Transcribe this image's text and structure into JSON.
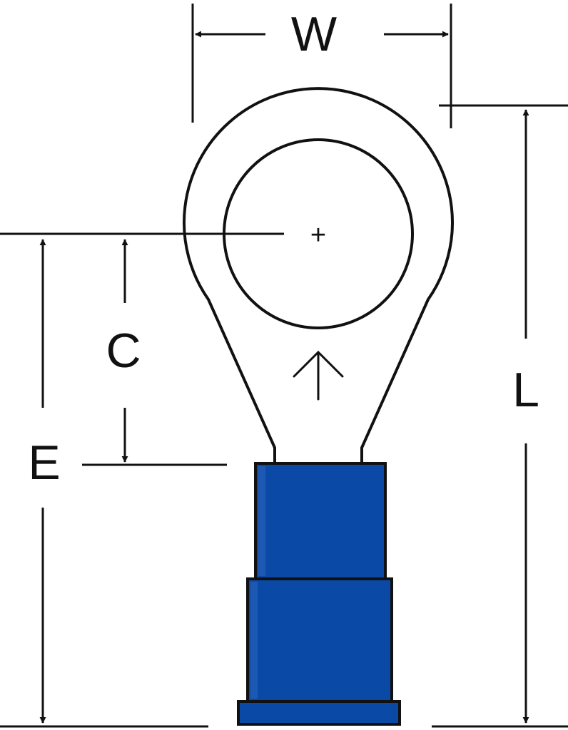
{
  "labels": {
    "width": "W",
    "length": "L",
    "center_offset": "C",
    "barrel_offset": "E"
  },
  "center_mark": "+",
  "colors": {
    "line": "#111111",
    "insulation": "#0a4aa6",
    "background": "#ffffff"
  }
}
